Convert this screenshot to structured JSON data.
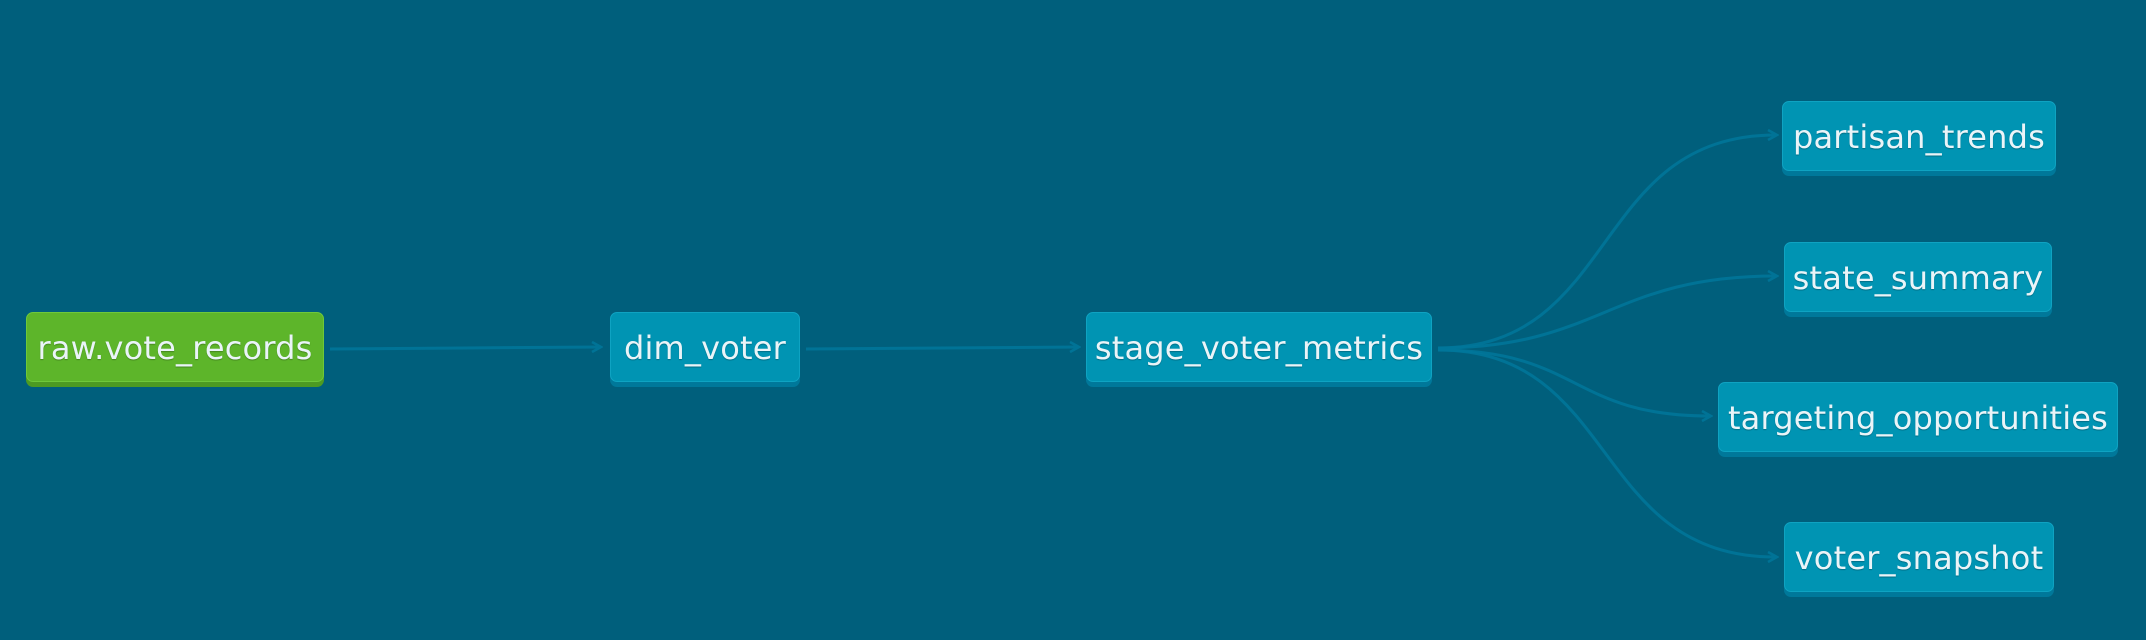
{
  "colors": {
    "background": "#005f7c",
    "model_node": "#0094b3",
    "source_node": "#5db52a",
    "edge": "#00779b",
    "text": "#eaf4f8"
  },
  "nodes": [
    {
      "id": "raw_vote_records",
      "label": "raw.vote_records",
      "kind": "source"
    },
    {
      "id": "dim_voter",
      "label": "dim_voter",
      "kind": "model"
    },
    {
      "id": "stage_voter_metrics",
      "label": "stage_voter_metrics",
      "kind": "model"
    },
    {
      "id": "partisan_trends",
      "label": "partisan_trends",
      "kind": "model"
    },
    {
      "id": "state_summary",
      "label": "state_summary",
      "kind": "model"
    },
    {
      "id": "targeting_opportunities",
      "label": "targeting_opportunities",
      "kind": "model"
    },
    {
      "id": "voter_snapshot",
      "label": "voter_snapshot",
      "kind": "model"
    }
  ],
  "edges": [
    {
      "from": "raw_vote_records",
      "to": "dim_voter"
    },
    {
      "from": "dim_voter",
      "to": "stage_voter_metrics"
    },
    {
      "from": "stage_voter_metrics",
      "to": "partisan_trends"
    },
    {
      "from": "stage_voter_metrics",
      "to": "state_summary"
    },
    {
      "from": "stage_voter_metrics",
      "to": "targeting_opportunities"
    },
    {
      "from": "stage_voter_metrics",
      "to": "voter_snapshot"
    }
  ]
}
